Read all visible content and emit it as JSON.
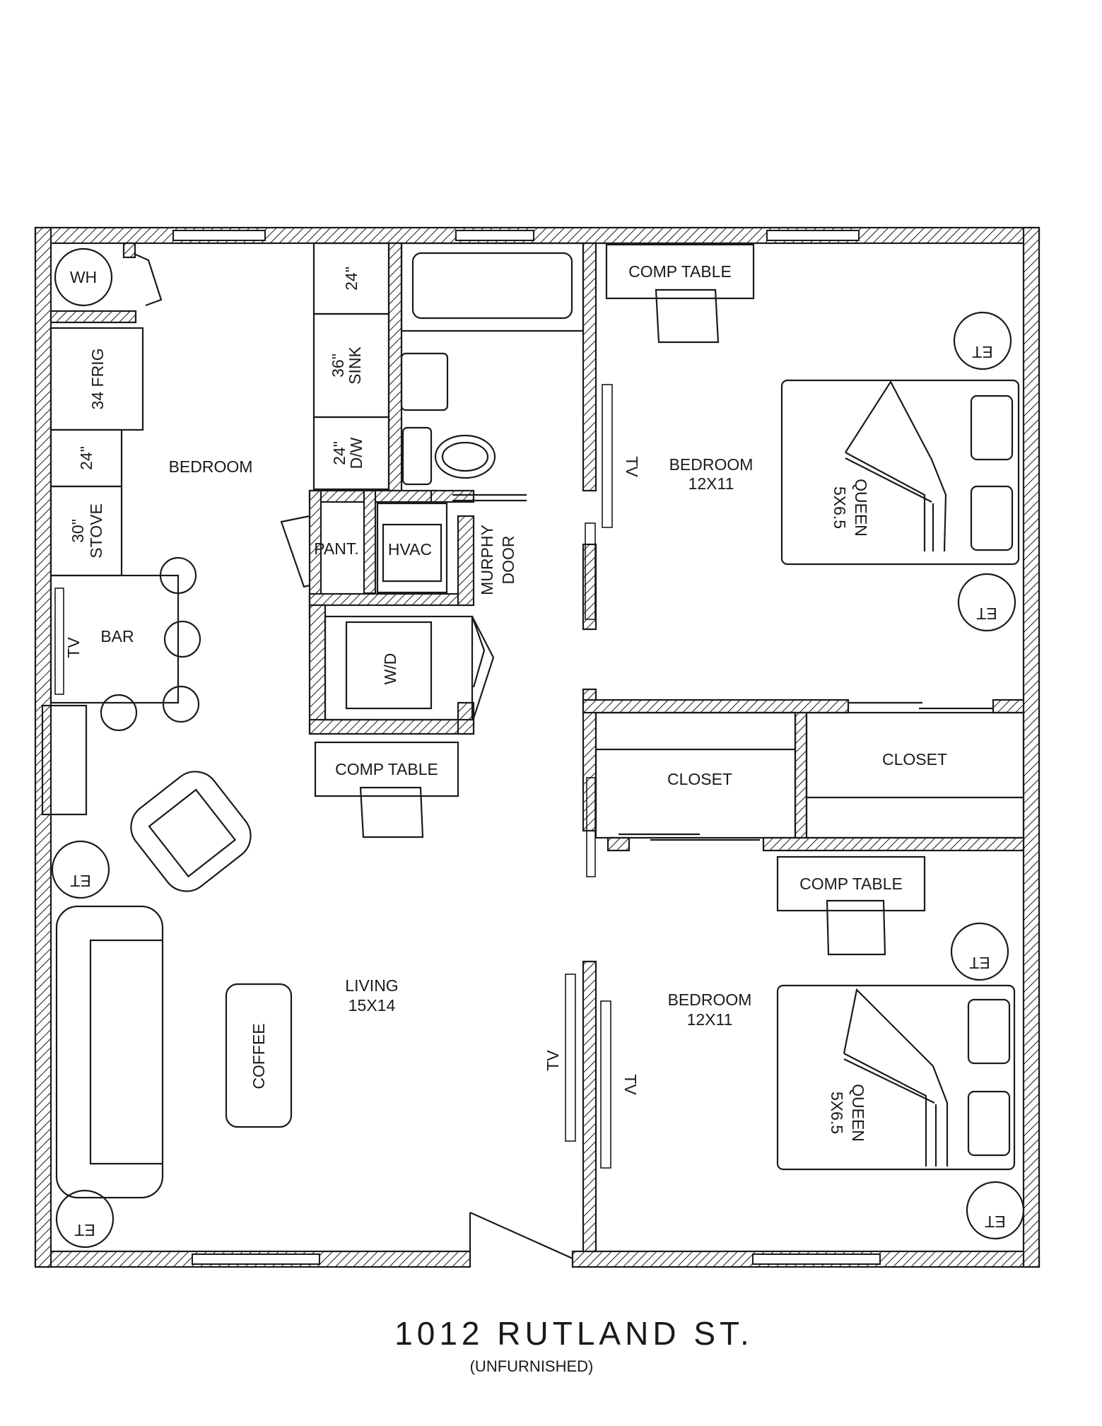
{
  "labels": {
    "wh": "WH",
    "frig": "34 FRIG",
    "counter_24_left": "24\"",
    "stove_a": "30\"",
    "stove_b": "STOVE",
    "bar": "BAR",
    "tv_kitchen": "TV",
    "bedroom_left": "BEDROOM",
    "counter_24_top": "24\"",
    "sink_a": "36\"",
    "sink_b": "SINK",
    "dw_a": "24\"",
    "dw_b": "D/W",
    "pantry": "PANT.",
    "hvac": "HVAC",
    "murphy_a": "MURPHY",
    "murphy_b": "DOOR",
    "wd": "W/D",
    "comp_table_hall": "COMP  TABLE",
    "comp_table_top": "COMP  TABLE",
    "tv_bed_top": "TV",
    "bedroom_top_a": "BEDROOM",
    "bedroom_top_b": "12X11",
    "queen_top_a": "QUEEN",
    "queen_top_b": "5X6.5",
    "et_top_1": "ET",
    "et_top_2": "ET",
    "closet_left": "CLOSET",
    "closet_right": "CLOSET",
    "comp_table_bottom": "COMP  TABLE",
    "et_bottom_1": "ET",
    "bedroom_bottom_a": "BEDROOM",
    "bedroom_bottom_b": "12X11",
    "queen_bottom_a": "QUEEN",
    "queen_bottom_b": "5X6.5",
    "et_bottom_2": "ET",
    "tv_living": "TV",
    "tv_bed_bottom": "TV",
    "living_a": "LIVING",
    "living_b": "15X14",
    "coffee": "COFFEE",
    "et_living_1": "ET",
    "et_living_2": "ET"
  },
  "title": "1012  RUTLAND  ST.",
  "subtitle": "(UNFURNISHED)"
}
